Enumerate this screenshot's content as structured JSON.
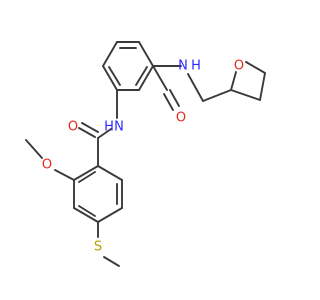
{
  "colors": {
    "bond": "#3a3a3a",
    "O": "#e8291c",
    "N": "#2a2aff",
    "S": "#b5a000",
    "background": "#ffffff"
  },
  "atoms": {
    "o_amide_top": "O",
    "n_amide_top": "N",
    "h_amide_top": "H",
    "o_thf": "O",
    "o_amide_left": "O",
    "n_amide_left": "N",
    "h_amide_left": "H",
    "o_methoxy": "O",
    "s_thioether": "S"
  }
}
